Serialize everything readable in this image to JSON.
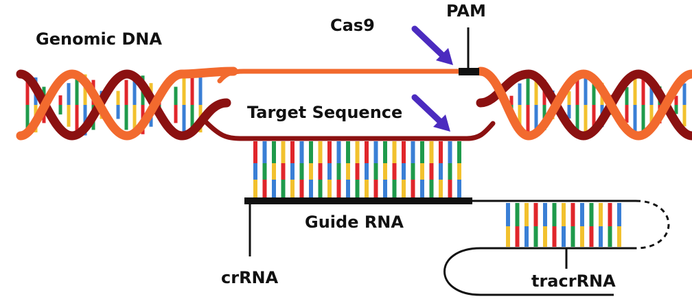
{
  "labels": {
    "genomic_dna": "Genomic DNA",
    "cas9": "Cas9",
    "pam": "PAM",
    "target_sequence": "Target Sequence",
    "guide_rna": "Guide RNA",
    "crrna": "crRNA",
    "tracrrna": "tracrRNA"
  },
  "colors": {
    "strand_orange": "#f26a2e",
    "strand_dark_red": "#8b1111",
    "base_red": "#e0262b",
    "base_blue": "#3a7fd5",
    "base_green": "#1f9a4b",
    "base_yellow": "#f2c12e",
    "arrow": "#4b2bbf",
    "black": "#111111"
  },
  "icons": {
    "cas9_arrow": "arrow-down-right-icon",
    "target_arrow": "arrow-down-right-icon"
  }
}
